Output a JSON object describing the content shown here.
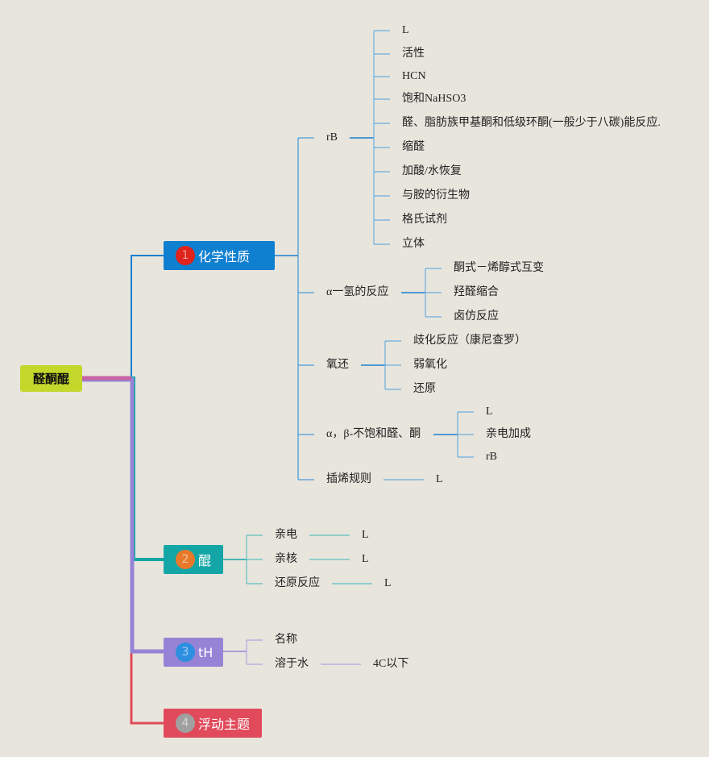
{
  "root": {
    "label": "醛酮醌"
  },
  "topics": [
    {
      "number": "1",
      "label": "化学性质 ",
      "color": "#0f7fd0",
      "badge_color": "#e0231b"
    },
    {
      "number": "2",
      "label": "醌",
      "color": "#14a6a6",
      "badge_color": "#e8792b"
    },
    {
      "number": "3",
      "label": "tH",
      "color": "#9683d6",
      "badge_color": "#2e8fe0"
    },
    {
      "number": "4",
      "label": "浮动主题",
      "color": "#e04a5a",
      "badge_color": "#a0a0a0"
    }
  ],
  "chem": {
    "rb": {
      "label": "rB",
      "children": [
        "L",
        "活性",
        "HCN",
        "饱和NaHSO3",
        "醛、脂肪族甲基酮和低级环酮(一般少于八碳)能反应.",
        "缩醛",
        "加酸/水恢复",
        "与胺的衍生物",
        "格氏试剂",
        "立体"
      ]
    },
    "alpha_h": {
      "label": "α一氢的反应",
      "children": [
        "酮式－烯醇式互变",
        "羟醛缩合",
        "卤仿反应"
      ]
    },
    "redox": {
      "label": "氧还",
      "children": [
        "歧化反应（康尼查罗）",
        "弱氧化",
        "还原"
      ]
    },
    "unsat": {
      "label": "α，β-不饱和醛、酮",
      "children": [
        "L",
        "亲电加成",
        "rB"
      ]
    },
    "insert": {
      "label": "插烯规则",
      "children": [
        "L"
      ]
    }
  },
  "quinone": {
    "items": [
      {
        "label": "亲电",
        "child": "L"
      },
      {
        "label": "亲核",
        "child": "L"
      },
      {
        "label": "还原反应",
        "child": "L"
      }
    ]
  },
  "th": {
    "items": [
      {
        "label": "名称"
      },
      {
        "label": "溶于水",
        "child": "4C以下"
      }
    ]
  }
}
